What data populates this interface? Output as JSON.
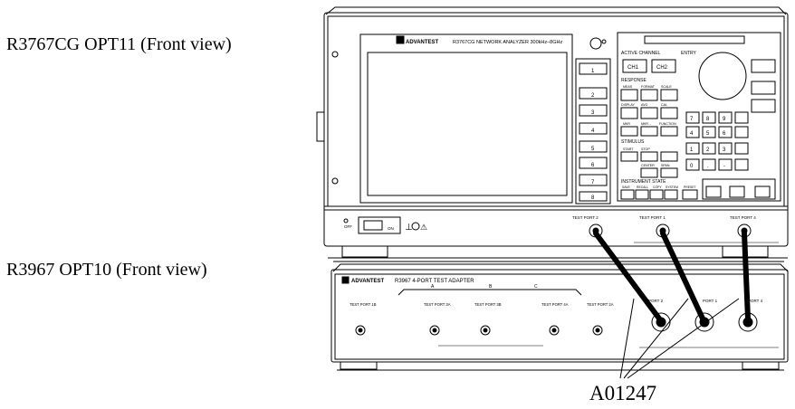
{
  "labels": {
    "top_unit": "R3767CG OPT11 (Front view)",
    "bottom_unit": "R3967 OPT10 (Front view)",
    "callout_code": "A01247"
  },
  "analyzer": {
    "brand": "ADVANTEST",
    "model_line": "R3767CG  NETWORK ANALYZER 300kHz–8GHz",
    "panel_sections": {
      "active_channel": "ACTIVE CHANNEL",
      "entry": "ENTRY",
      "response": "RESPONSE",
      "stimulus": "STIMULUS",
      "instrument_state": "INSTRUMENT STATE"
    },
    "buttons": {
      "ch1": "CH1",
      "ch2": "CH2",
      "meas": "MEAS",
      "format": "FORMAT",
      "scale": "SCALE",
      "display": "DISPLAY",
      "avg": "AVG",
      "cal": "CAL",
      "mkr": "MKR",
      "mkr_arrow": "MKR→",
      "function": "FUNCTION",
      "start": "START",
      "stop": "STOP",
      "center": "CENTER",
      "span": "SPAN",
      "save": "SAVE",
      "recall": "RECALL",
      "copy": "COPY",
      "system": "SYSTEM",
      "preset": "PRESET"
    },
    "keypad": [
      "7",
      "8",
      "9",
      "4",
      "5",
      "6",
      "1",
      "2",
      "3",
      "0",
      ".",
      "-"
    ],
    "softkeys": [
      "1",
      "2",
      "3",
      "4",
      "5",
      "6",
      "7",
      "8"
    ],
    "ports": [
      "TEST PORT 2",
      "TEST PORT 1",
      "TEST PORT 4"
    ],
    "power": {
      "on": "ON",
      "off": "OFF"
    }
  },
  "adapter": {
    "brand": "ADVANTEST",
    "model_line": "R3967  4-PORT TEST ADAPTER",
    "ports": [
      "TEST PORT 1B",
      "TEST PORT 3A",
      "TEST PORT 3B",
      "TEST PORT 4A",
      "TEST PORT 2A"
    ],
    "group_labels": [
      "A",
      "B",
      "C"
    ],
    "front_ports": [
      "PORT 2",
      "PORT 1",
      "PORT 4"
    ]
  }
}
